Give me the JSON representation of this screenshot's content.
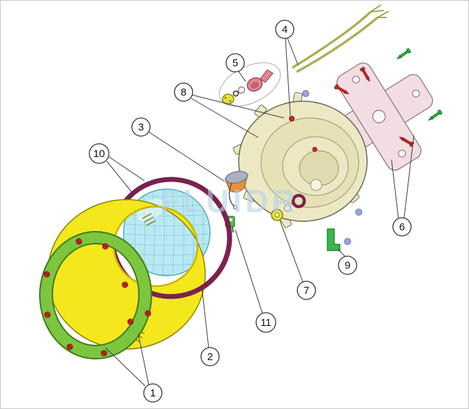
{
  "diagram": {
    "watermark": "FLUIDR",
    "callouts": [
      {
        "label": "1"
      },
      {
        "label": "2"
      },
      {
        "label": "3"
      },
      {
        "label": "4"
      },
      {
        "label": "5"
      },
      {
        "label": "6"
      },
      {
        "label": "7"
      },
      {
        "label": "8"
      },
      {
        "label": "9"
      },
      {
        "label": "10"
      },
      {
        "label": "11"
      }
    ]
  },
  "colors": {
    "front_ring_green": "#7cc63f",
    "bezel_yellow": "#f4e71c",
    "lens_cyan": "#b8e9f2",
    "gasket_purple": "#7b2150",
    "niche_beige": "#ece8c4",
    "niche_inner": "#e6e1b6",
    "bracket_pink": "#f2dde3",
    "screw_red": "#cc2a22",
    "screw_green": "#2fae4a",
    "plug_blue": "#9aa6e0",
    "cable_olive": "#8a8f2e",
    "gland_pink": "#e08890",
    "lamp_orange": "#e8913c",
    "connector_green": "#55bd4a",
    "nut_yellow": "#e8e13a",
    "clip_green": "#3bb54a",
    "watermark_blue": "#b8d4e4"
  }
}
